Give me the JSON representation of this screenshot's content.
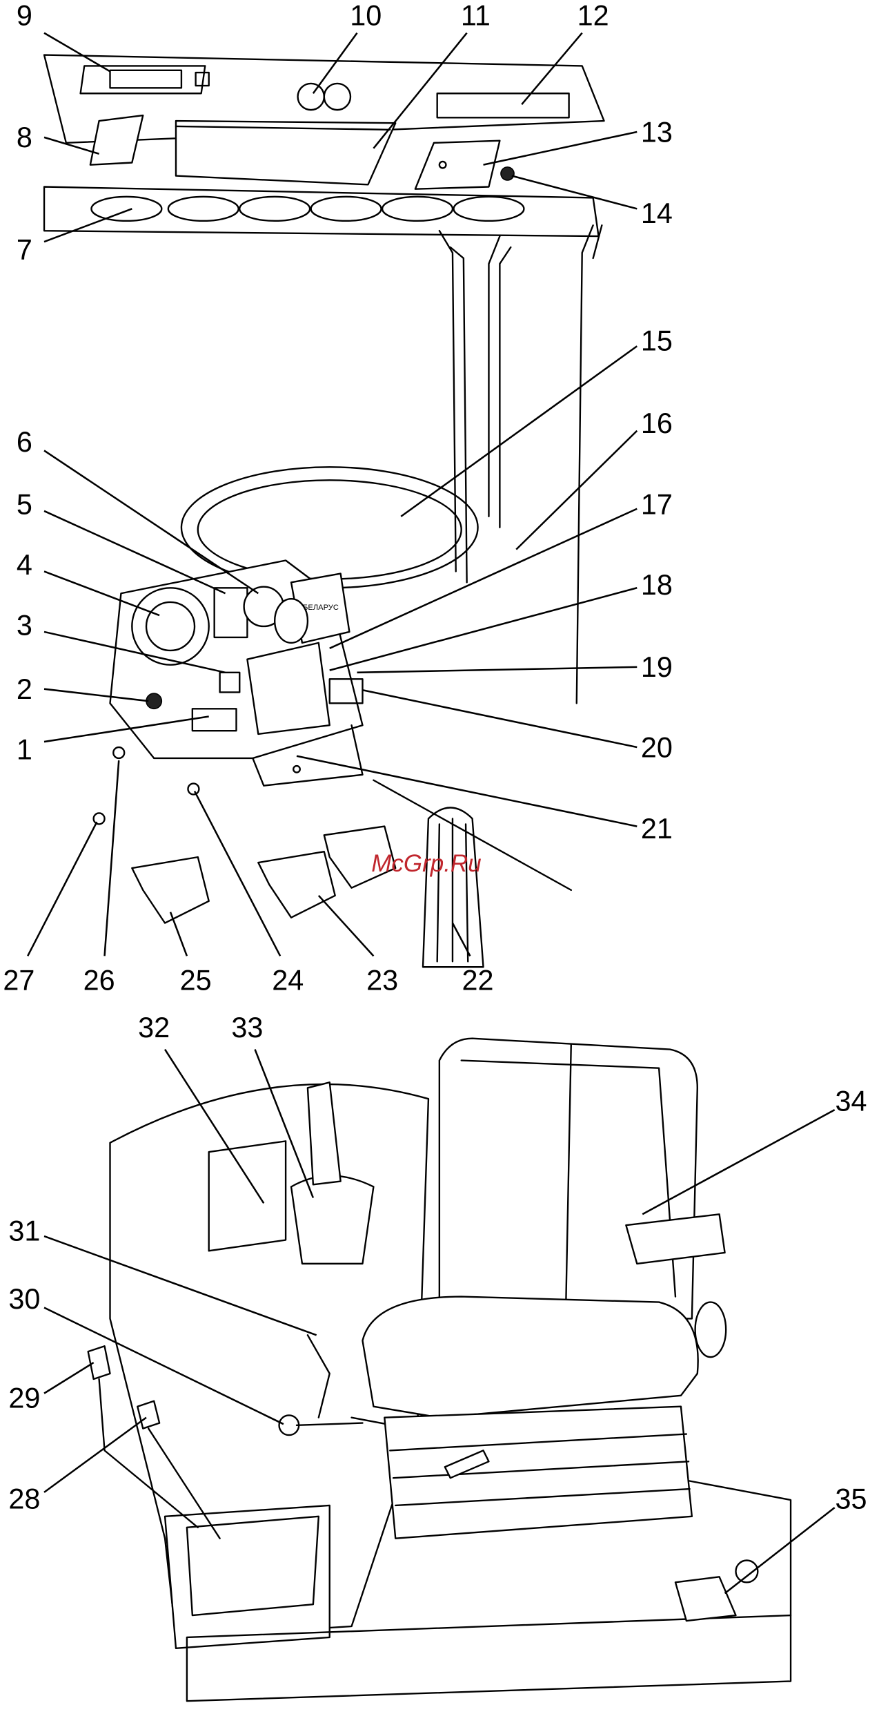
{
  "title": "Tractor cab controls diagram",
  "callouts": [
    "1",
    "2",
    "3",
    "4",
    "5",
    "6",
    "7",
    "8",
    "9",
    "10",
    "11",
    "12",
    "13",
    "14",
    "15",
    "16",
    "17",
    "18",
    "19",
    "20",
    "21",
    "22",
    "23",
    "24",
    "25",
    "26",
    "27",
    "28",
    "29",
    "30",
    "31",
    "32",
    "33",
    "34",
    "35"
  ],
  "watermark": "McGrp.Ru",
  "colors": {
    "line": "#000000",
    "watermark": "#c0262d"
  }
}
